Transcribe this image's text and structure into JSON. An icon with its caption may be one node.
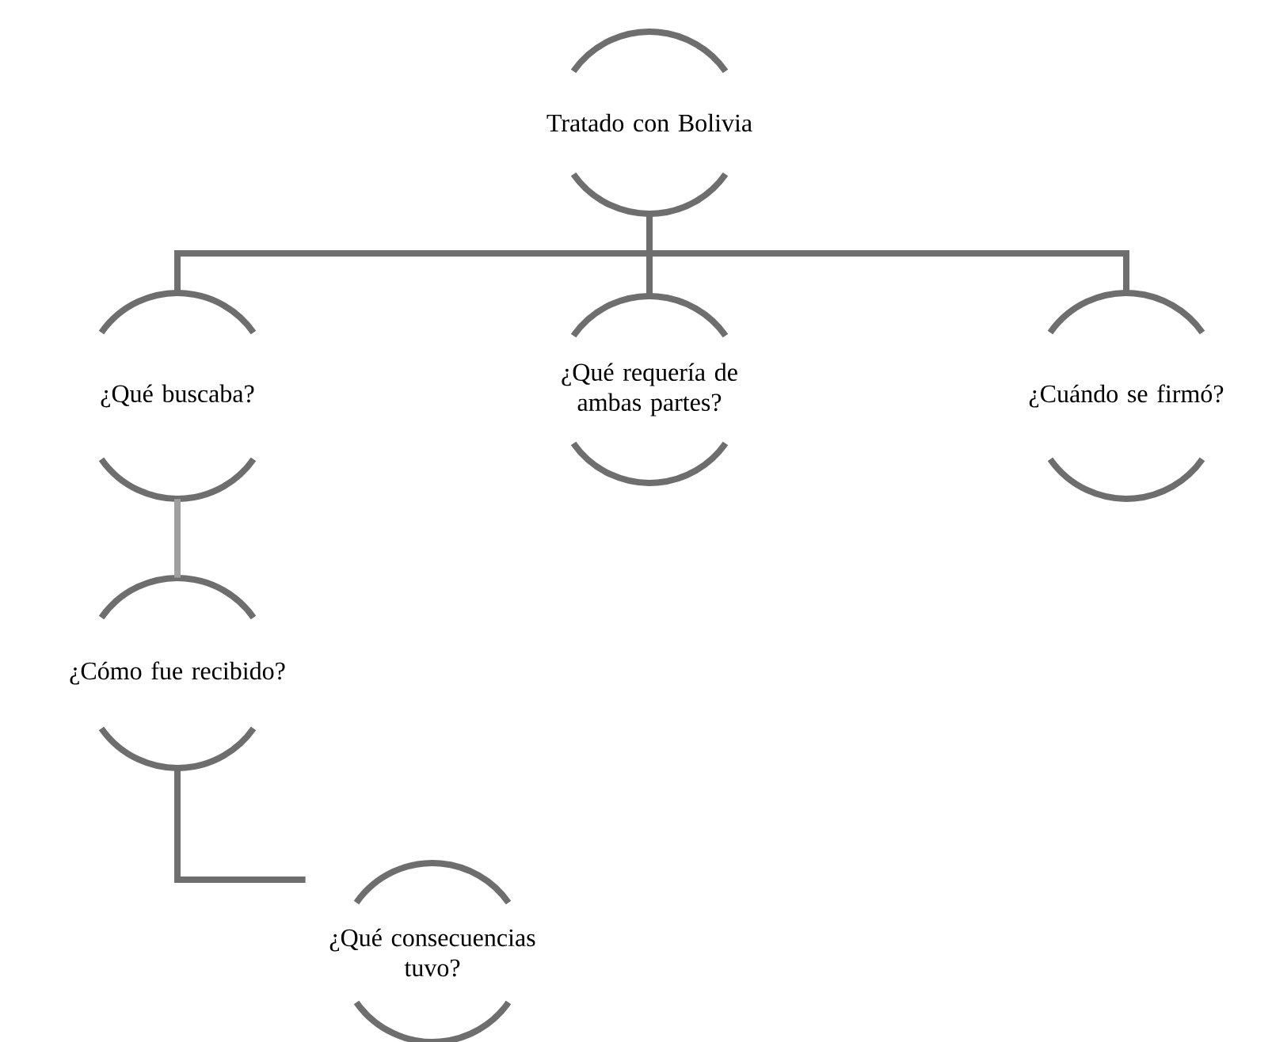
{
  "diagram": {
    "nodes": [
      {
        "text": [
          "Tratado con Bolivia"
        ]
      },
      {
        "text": [
          "¿Qué buscaba?"
        ]
      },
      {
        "text": [
          "¿Qué requería de ambas partes?"
        ]
      },
      {
        "text": [
          "¿Cuándo se firmó?"
        ]
      },
      {
        "text": [
          "¿Cómo fue recibido?"
        ]
      },
      {
        "text": [
          "¿Qué consecuencias tuvo?"
        ]
      }
    ],
    "edges": [
      {
        "from": 0,
        "to": 1,
        "arrow": "none"
      },
      {
        "from": 0,
        "to": 2,
        "arrow": "none"
      },
      {
        "from": 0,
        "to": 3,
        "arrow": "none"
      },
      {
        "from": 1,
        "to": 4,
        "arrow": "none",
        "color": "#a0a0a0"
      },
      {
        "from": 4,
        "to": 5,
        "arrow": "none"
      }
    ]
  }
}
